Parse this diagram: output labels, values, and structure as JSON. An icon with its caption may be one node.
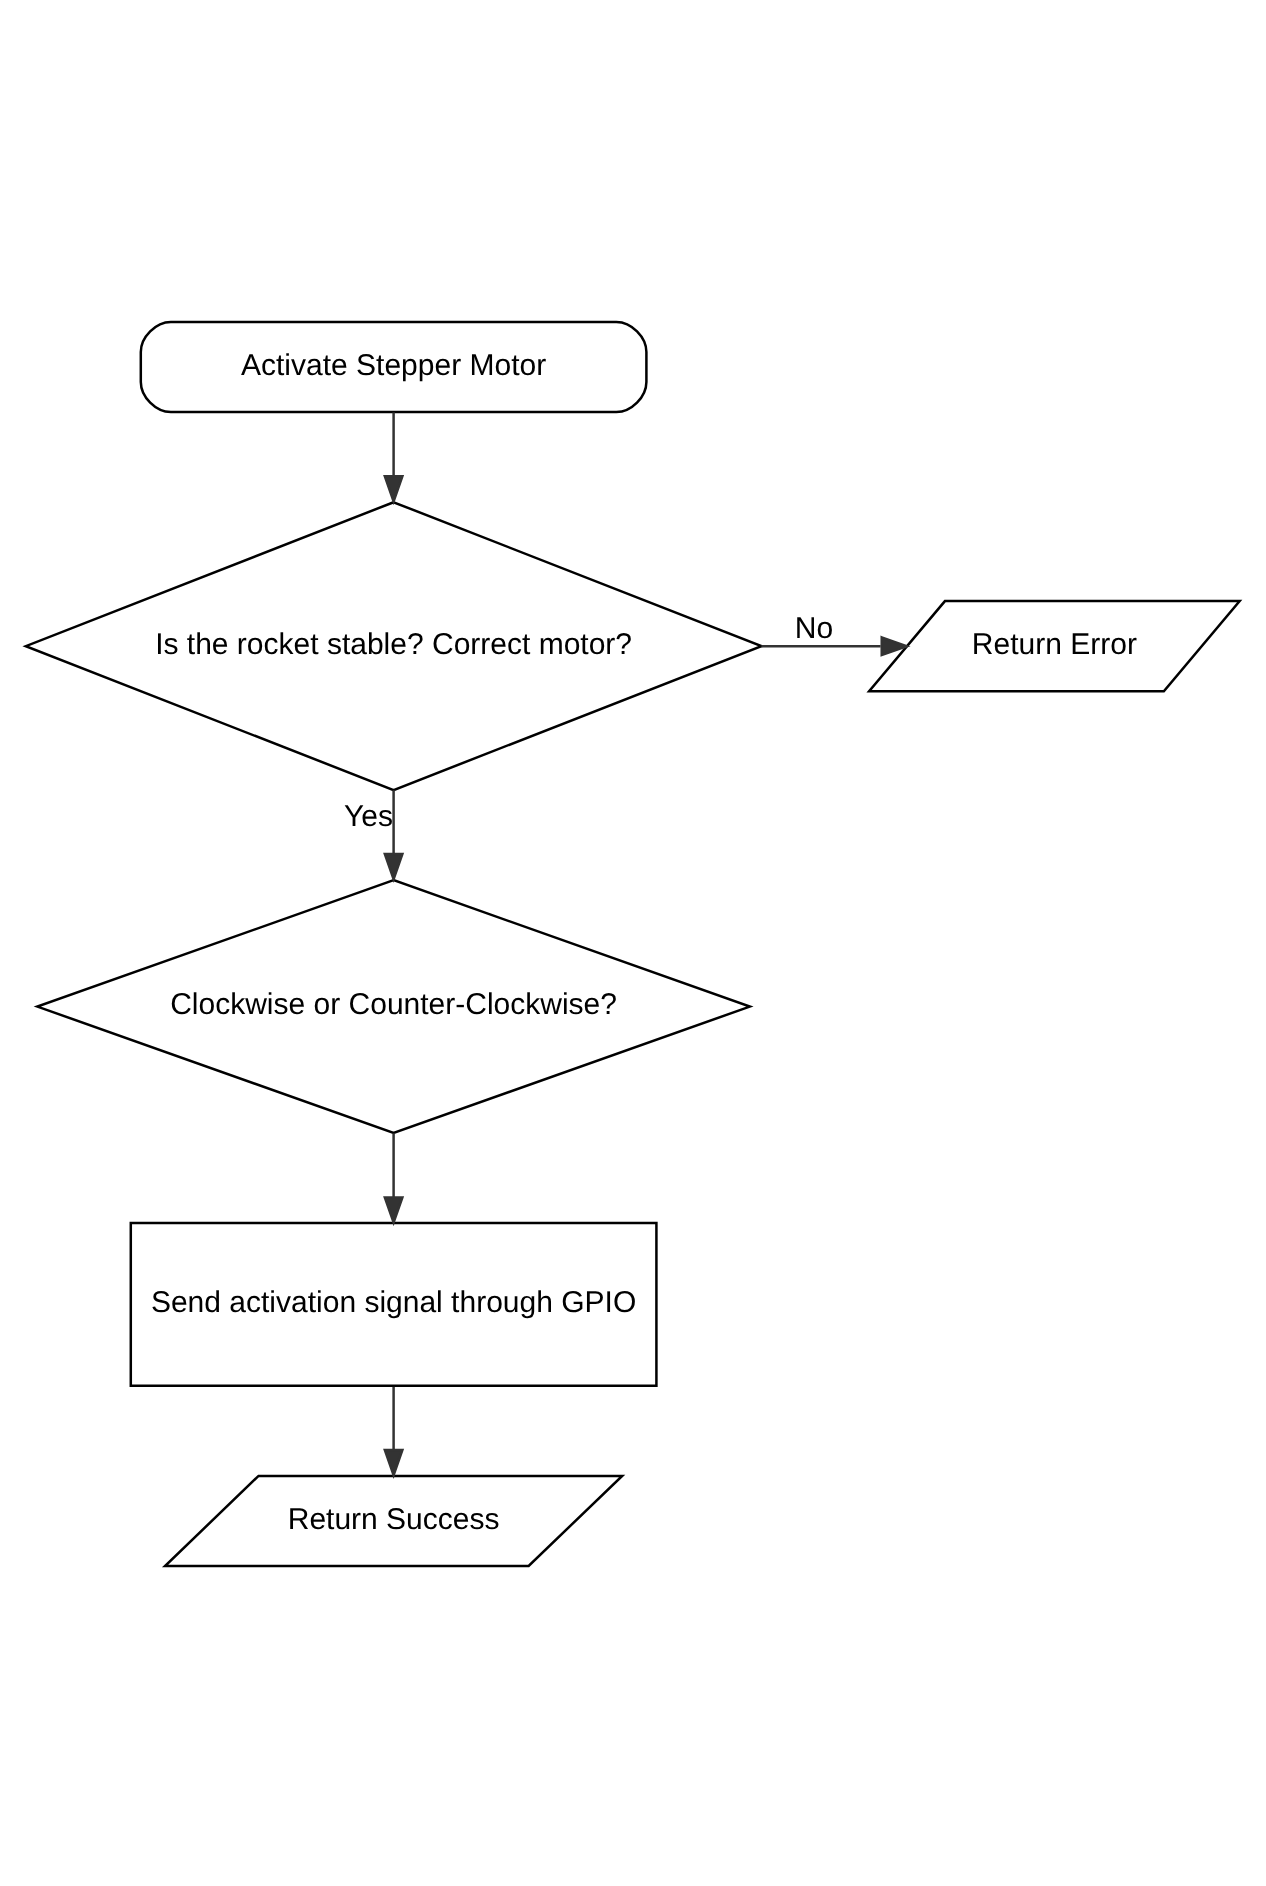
{
  "diagram": {
    "nodes": [
      {
        "text": [
          "Activate Stepper Motor"
        ]
      },
      {
        "text": [
          "Is the rocket stable? Correct motor?"
        ]
      },
      {
        "text": [
          "Return Error"
        ]
      },
      {
        "text": [
          "Clockwise or Counter-Clockwise?"
        ]
      },
      {
        "text": [
          "Send activation signal through GPIO"
        ]
      },
      {
        "text": [
          "Return Success"
        ]
      }
    ],
    "edges": [
      {
        "from": 0,
        "to": 1,
        "arrow": "to"
      },
      {
        "from": 1,
        "to": 2,
        "arrow": "to",
        "label": "No"
      },
      {
        "from": 1,
        "to": 3,
        "arrow": "to",
        "label": "Yes"
      },
      {
        "from": 3,
        "to": 4,
        "arrow": "to"
      },
      {
        "from": 4,
        "to": 5,
        "arrow": "to"
      }
    ]
  }
}
